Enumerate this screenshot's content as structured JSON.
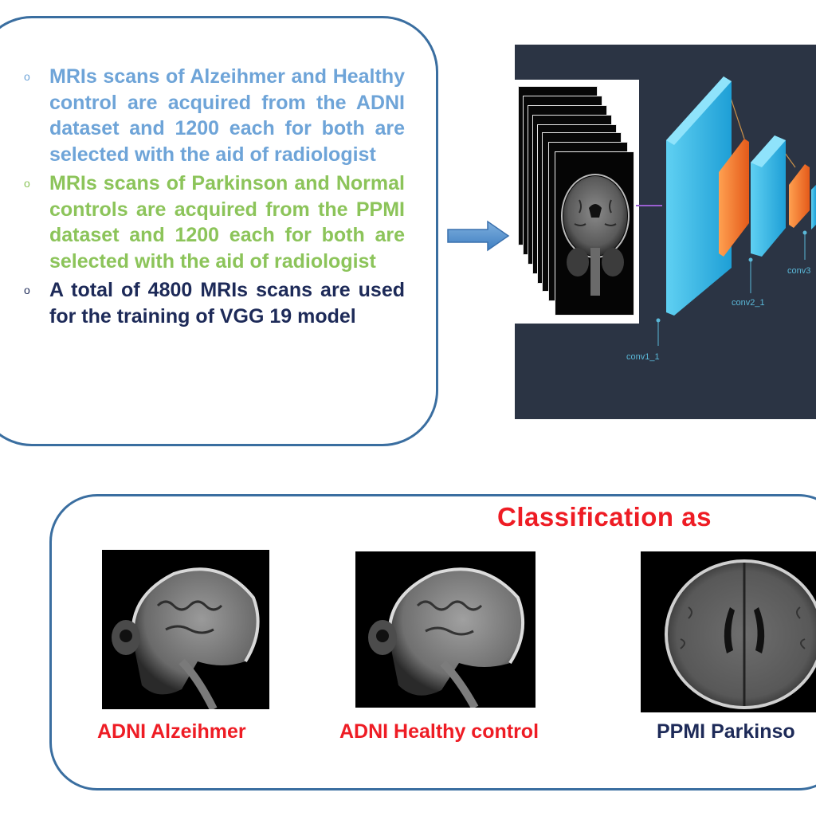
{
  "info": {
    "bullets": [
      {
        "text": "MRIs scans of Alzeihmer and Healthy control are acquired from the ADNI dataset and 1200 each for both are selected with the aid of radiologist",
        "color": "#6ea4d8"
      },
      {
        "text": "MRIs scans of Parkinson and Normal controls are acquired from the PPMI dataset and 1200 each for both are selected with the aid of radiologist",
        "color": "#8cc45a"
      },
      {
        "text": "A total of 4800 MRIs scans are used for the training of VGG 19 model",
        "color": "#1d2a58"
      }
    ],
    "bullet_symbol": "o"
  },
  "network": {
    "layers": [
      "conv1_1",
      "conv2_1",
      "conv3"
    ],
    "colors": {
      "panel": "#2b3444",
      "conv": "#29b6e8",
      "pool": "#f47a2a",
      "label": "#5ab8d8"
    }
  },
  "classification": {
    "title": "Classification as",
    "title_color": "#ee1c24",
    "classes": [
      {
        "label": "ADNI Alzeihmer",
        "color": "#ee1c24"
      },
      {
        "label": "ADNI Healthy control",
        "color": "#ee1c24"
      },
      {
        "label": "PPMI Parkinso",
        "color": "#1d2a58"
      }
    ]
  }
}
